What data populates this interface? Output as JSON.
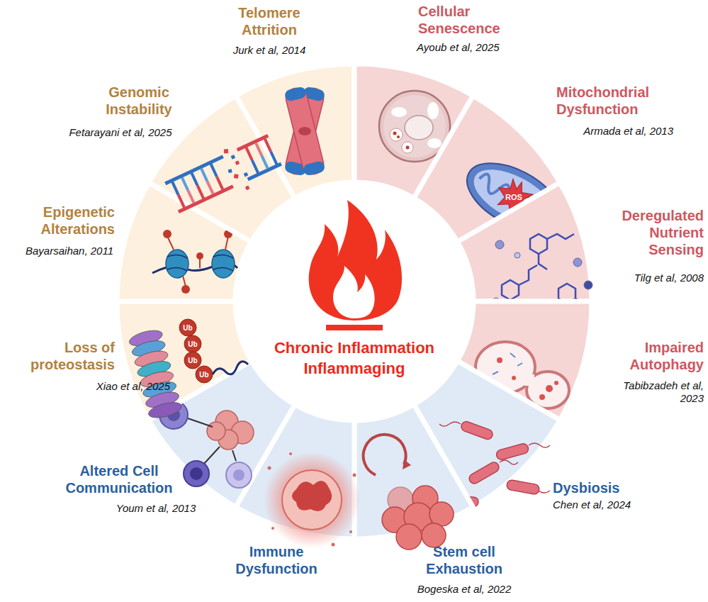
{
  "diagram": {
    "nodes": [
      {
        "text": [
          "Telomere Attrition",
          "Jurk et al, 2014"
        ]
      },
      {
        "text": [
          "Cellular Senescence",
          "Ayoub et al, 2025"
        ]
      },
      {
        "text": [
          "Mitochondrial Dysfunction",
          "Armada et al, 2013"
        ]
      },
      {
        "text": [
          "Deregulated Nutrient Sensing",
          "Tilg et al, 2008"
        ]
      },
      {
        "text": [
          "Impaired Autophagy",
          "Tabibzadeh et al, 2023"
        ]
      },
      {
        "text": [
          "Dysbiosis",
          "Chen et al, 2024"
        ]
      },
      {
        "text": [
          "Stem cell Exhaustion",
          "Bogeska et al, 2022"
        ]
      },
      {
        "text": [
          "Immune Dysfunction"
        ]
      },
      {
        "text": [
          "Altered Cell Communication",
          "Youm et al, 2013"
        ]
      },
      {
        "text": [
          "Loss of proteostasis",
          "Xiao et al, 2025"
        ]
      },
      {
        "text": [
          "Epigenetic Alterations",
          "Bayarsaihan, 2011"
        ]
      },
      {
        "text": [
          "Genomic Instability",
          "Fetarayani et al, 2025"
        ]
      },
      {
        "text": [
          "Chronic Inflammation",
          "Inflammaging"
        ]
      }
    ],
    "labels": [
      "ROS",
      "Ub",
      "Ub",
      "Ub",
      "Ub"
    ]
  }
}
